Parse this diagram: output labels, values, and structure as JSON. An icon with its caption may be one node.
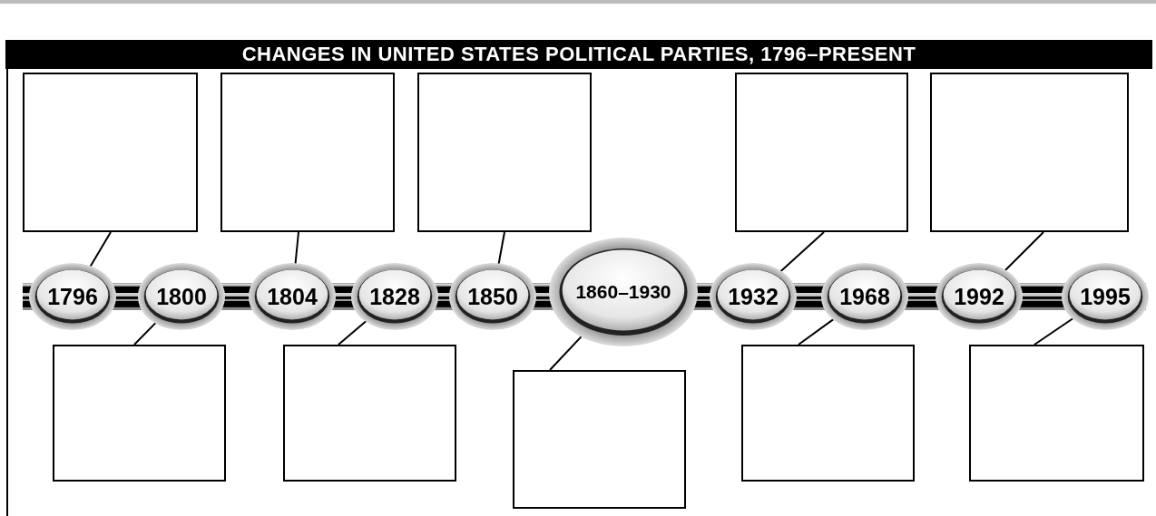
{
  "diagram": {
    "title": "CHANGES IN UNITED STATES POLITICAL PARTIES, 1796–PRESENT",
    "nodes": [
      {
        "text": [
          "1796"
        ]
      },
      {
        "text": [
          "1800"
        ]
      },
      {
        "text": [
          "1804"
        ]
      },
      {
        "text": [
          "1828"
        ]
      },
      {
        "text": [
          "1850"
        ]
      },
      {
        "text": [
          "1860–1930"
        ]
      },
      {
        "text": [
          "1932"
        ]
      },
      {
        "text": [
          "1968"
        ]
      },
      {
        "text": [
          "1992"
        ]
      },
      {
        "text": [
          "1995"
        ]
      },
      {
        "text": [],
        "shape": "box"
      },
      {
        "text": [],
        "shape": "box"
      },
      {
        "text": [],
        "shape": "box"
      },
      {
        "text": [],
        "shape": "box"
      },
      {
        "text": [],
        "shape": "box"
      },
      {
        "text": [],
        "shape": "box"
      },
      {
        "text": [],
        "shape": "box"
      },
      {
        "text": [],
        "shape": "box"
      },
      {
        "text": [],
        "shape": "box"
      },
      {
        "text": [],
        "shape": "box"
      }
    ],
    "edges": [
      {
        "from": 10,
        "to": 0,
        "arrow": "none"
      },
      {
        "from": 11,
        "to": 2,
        "arrow": "none"
      },
      {
        "from": 12,
        "to": 4,
        "arrow": "none"
      },
      {
        "from": 13,
        "to": 6,
        "arrow": "none"
      },
      {
        "from": 14,
        "to": 8,
        "arrow": "none"
      },
      {
        "from": 15,
        "to": 1,
        "arrow": "none"
      },
      {
        "from": 16,
        "to": 3,
        "arrow": "none"
      },
      {
        "from": 17,
        "to": 5,
        "arrow": "none"
      },
      {
        "from": 18,
        "to": 7,
        "arrow": "none"
      },
      {
        "from": 19,
        "to": 9,
        "arrow": "none"
      }
    ]
  }
}
